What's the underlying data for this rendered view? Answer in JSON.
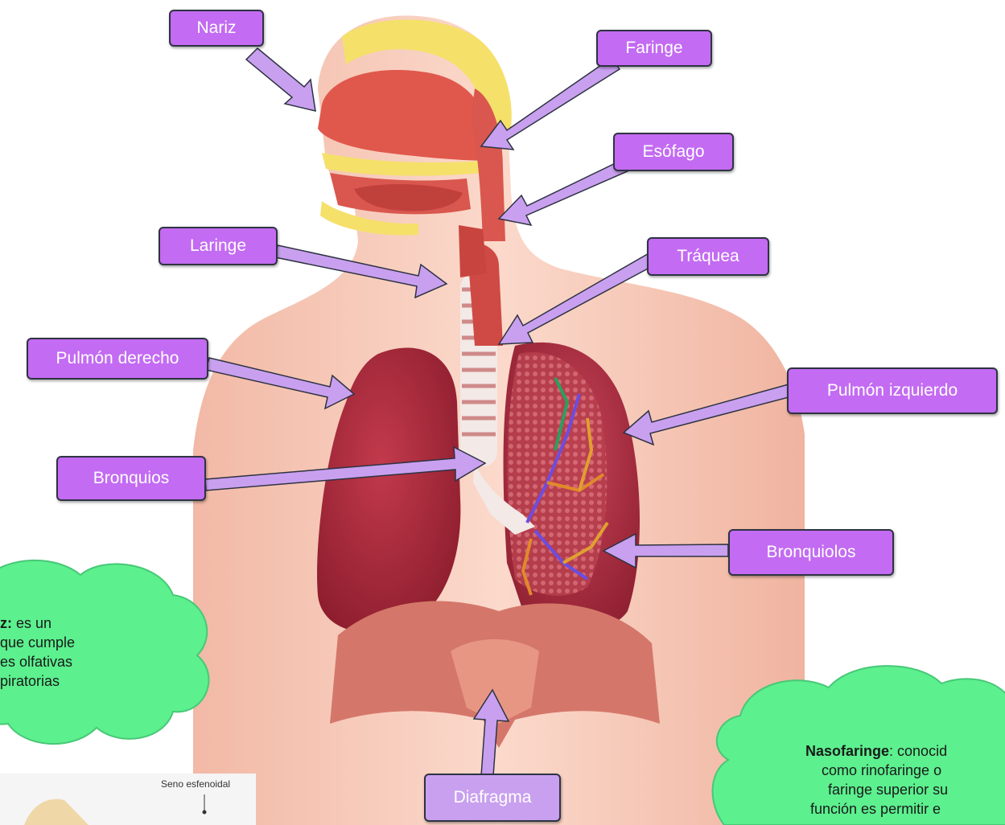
{
  "labels": {
    "nariz": "Nariz",
    "faringe": "Faringe",
    "esofago": "Esófago",
    "laringe": "Laringe",
    "traquea": "Tráquea",
    "pulmon_derecho": "Pulmón derecho",
    "pulmon_izquierdo": "Pulmón izquierdo",
    "bronquios": "Bronquios",
    "bronquiolos": "Bronquiolos",
    "diafragma": "Diafragma"
  },
  "cloud_left": {
    "title": "z:",
    "line1": " es un",
    "line2": "que cumple",
    "line3": "es olfativas",
    "line4": "piratorias"
  },
  "cloud_right": {
    "title": "Nasofaringe",
    "line1": ": conocid",
    "line2": "como rinofaringe o",
    "line3": "faringe superior su",
    "line4": "función es permitir e"
  },
  "inset": {
    "label": "Seno esfenoidal"
  },
  "colors": {
    "label_fill": "#c36bf2",
    "label_fill_light": "#c9a0ef",
    "arrow_fill": "#c9a0ef",
    "cloud_fill": "#5cf08e",
    "skin": "#f5c6b4",
    "lung": "#a52a3c"
  }
}
